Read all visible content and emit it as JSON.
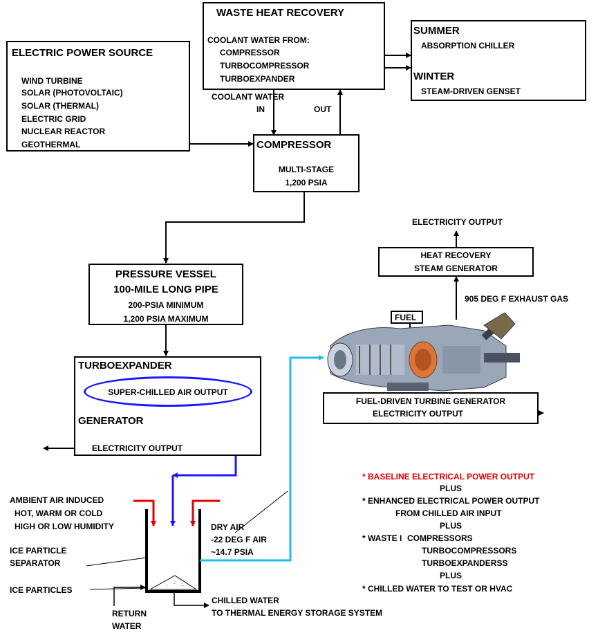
{
  "electric_source": {
    "title": "ELECTRIC POWER SOURCE",
    "items": [
      "WIND TURBINE",
      "SOLAR (PHOTOVOLTAIC)",
      "SOLAR (THERMAL)",
      "ELECTRIC GRID",
      "NUCLEAR REACTOR",
      "GEOTHERMAL"
    ]
  },
  "waste_heat": {
    "title": "WASTE HEAT RECOVERY",
    "subtitle": "COOLANT WATER FROM:",
    "items": [
      "COMPRESSOR",
      "TURBOCOMPRESSOR",
      "TURBOEXPANDER"
    ]
  },
  "seasonal": {
    "summer": "SUMMER",
    "summer_item": "ABSORPTION CHILLER",
    "winter": "WINTER",
    "winter_item": "STEAM-DRIVEN GENSET"
  },
  "coolant": {
    "label": "COOLANT WATER",
    "in": "IN",
    "out": "OUT"
  },
  "compressor": {
    "title": "COMPRESSOR",
    "line1": "MULTI-STAGE",
    "line2": "1,200 PSIA"
  },
  "pressure_vessel": {
    "title": "PRESSURE VESSEL",
    "line1": "100-MILE LONG PIPE",
    "line2": "200-PSIA MINIMUM",
    "line3": "1,200 PSIA MAXIMUM"
  },
  "turboexpander": {
    "title": "TURBOEXPANDER",
    "ellipse": "SUPER-CHILLED AIR OUTPUT",
    "generator": "GENERATOR",
    "output": "ELECTRICITY OUTPUT"
  },
  "turbine_side": {
    "electricity_output": "ELECTRICITY OUTPUT",
    "hrsg_line1": "HEAT RECOVERY",
    "hrsg_line2": "STEAM GENERATOR",
    "exhaust": "905 DEG F EXHAUST GAS",
    "fuel": "FUEL",
    "generator_line1": "FUEL-DRIVEN TURBINE GENERATOR",
    "generator_line2": "ELECTRICITY OUTPUT"
  },
  "separator": {
    "ambient_line1": "AMBIENT AIR INDUCED",
    "ambient_line2": "HOT, WARM OR COLD",
    "ambient_line3": "HIGH OR LOW HUMIDITY",
    "ice_sep_line1": "ICE PARTICLE",
    "ice_sep_line2": "SEPARATOR",
    "ice_particles": "ICE PARTICLES",
    "return_line1": "RETURN",
    "return_line2": "WATER",
    "chilled_line1": "CHILLED WATER",
    "chilled_line2": "TO THERMAL ENERGY STORAGE SYSTEM",
    "dry_line1": "DRY AIR",
    "dry_line2": "-22 DEG F AIR",
    "dry_line3": "~14.7 PSIA"
  },
  "outputs": {
    "baseline": "*  BASELINE ELECTRICAL POWER OUTPUT",
    "plus1": "PLUS",
    "enhanced": "* ENHANCED ELECTRICAL POWER OUTPUT",
    "enhanced2": "FROM CHILLED AIR INPUT",
    "plus2": "PLUS",
    "waste": "* WASTE I",
    "waste_a": "COMPRESSORS",
    "waste_b": "TURBOCOMPRESSORS",
    "waste_c": "TURBOEXPANDERSS",
    "plus3": "PLUS",
    "chilled": "* CHILLED WATER TO TEST OR HVAC"
  },
  "colors": {
    "red": "#e00000",
    "blue": "#1a1aff",
    "cyan": "#22bbee"
  }
}
